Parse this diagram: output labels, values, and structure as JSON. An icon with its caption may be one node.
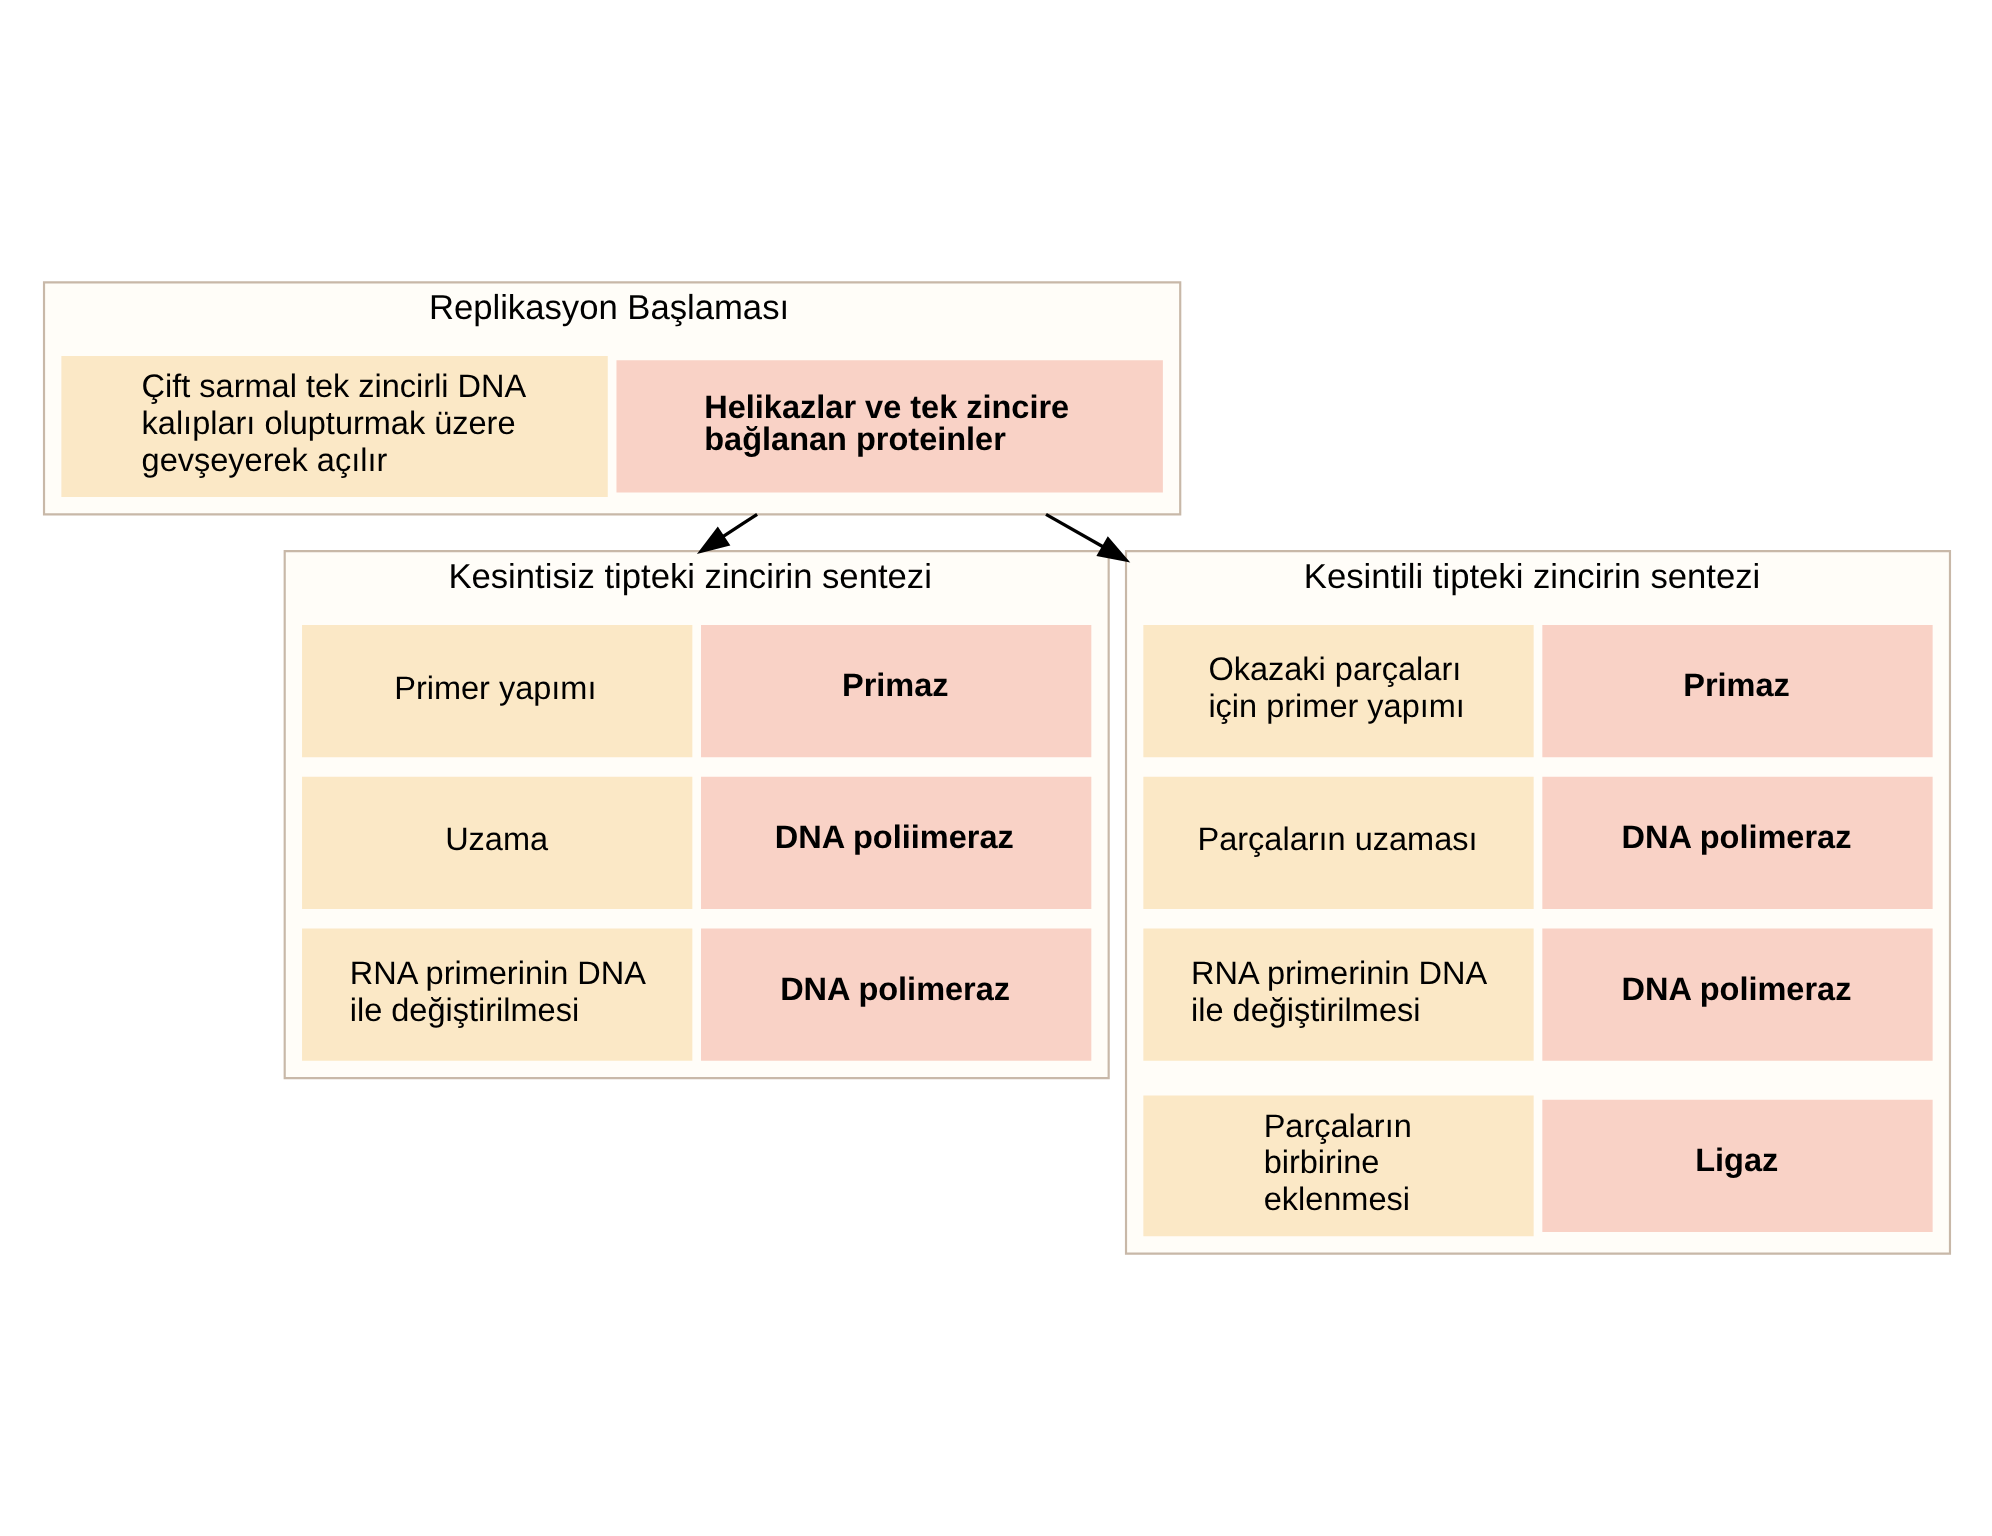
{
  "diagram": {
    "nodes": [
      {
        "text": [
          "Replikasyon Başlaması"
        ]
      },
      {
        "text": [
          "Çift sarmal tek zincirli DNA kalıpları olupturmak üzere gevşeyerek açılır"
        ],
        "in": 0
      },
      {
        "text": [
          "Helikazlar ve tek zincire bağlanan proteinler"
        ],
        "in": 0
      },
      {
        "text": [
          "Kesintisiz tipteki zincirin sentezi"
        ]
      },
      {
        "text": [
          "Primer yapımı"
        ],
        "in": 3
      },
      {
        "text": [
          "Primaz"
        ],
        "in": 3
      },
      {
        "text": [
          "Uzama"
        ],
        "in": 3
      },
      {
        "text": [
          "DNA poliimeraz"
        ],
        "in": 3
      },
      {
        "text": [
          "RNA primerinin DNA ile değiştirilmesi"
        ],
        "in": 3
      },
      {
        "text": [
          "DNA polimeraz"
        ],
        "in": 3
      },
      {
        "text": [
          "Kesintili tipteki zincirin sentezi"
        ]
      },
      {
        "text": [
          "Okazaki parçaları için primer yapımı"
        ],
        "in": 10
      },
      {
        "text": [
          "Primaz"
        ],
        "in": 10
      },
      {
        "text": [
          "Parçaların uzaması"
        ],
        "in": 10
      },
      {
        "text": [
          "DNA polimeraz"
        ],
        "in": 10
      },
      {
        "text": [
          "RNA primerinin DNA ile değiştirilmesi"
        ],
        "in": 10
      },
      {
        "text": [
          "DNA polimeraz"
        ],
        "in": 10
      },
      {
        "text": [
          "Parçaların birbirine eklenmesi"
        ],
        "in": 10
      },
      {
        "text": [
          "Ligaz"
        ],
        "in": 10
      }
    ],
    "edges": [
      {
        "from": 0,
        "to": 3,
        "arrow": "to"
      },
      {
        "from": 0,
        "to": 10,
        "arrow": "to"
      }
    ]
  }
}
